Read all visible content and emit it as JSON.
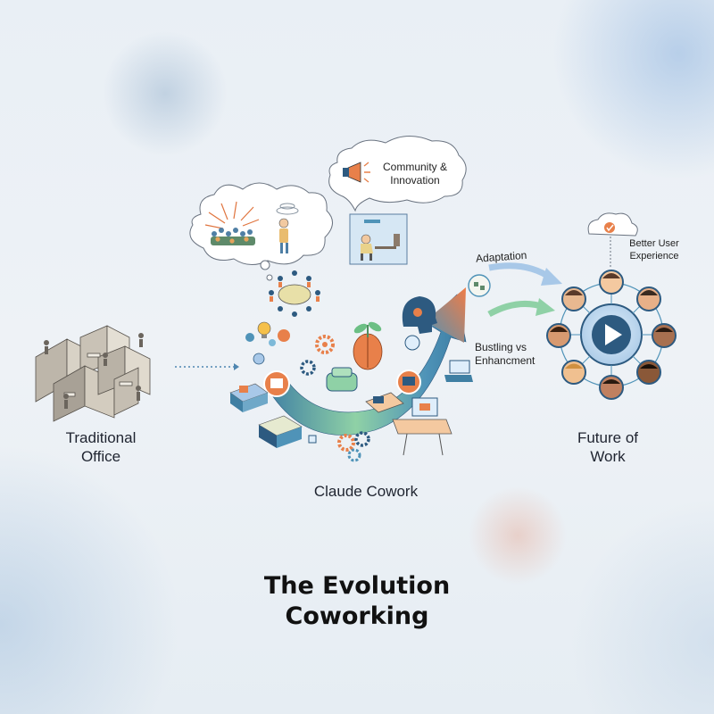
{
  "diagram": {
    "title_line1": "The Evolution",
    "title_line2": "Coworking",
    "stages": {
      "traditional": {
        "line1": "Traditional",
        "line2": "Office"
      },
      "coworking": {
        "label": "Claude Cowork"
      },
      "future": {
        "line1": "Future of",
        "line2": "Work"
      }
    },
    "callouts": {
      "community_line1": "Community &",
      "community_line2": "Innovation",
      "adaptation": "Adaptation",
      "bustling_line1": "Bustling vs",
      "bustling_line2": "Enhancment",
      "better_line1": "Better User",
      "better_line2": "Experience"
    },
    "icons": [
      "megaphone-icon",
      "cloud-icon",
      "check-icon",
      "play-icon",
      "gear-icon",
      "lightbulb-icon",
      "brain-icon",
      "head-icon",
      "leaf-icon"
    ],
    "colors": {
      "teal": "#3d7a99",
      "green": "#8fcf9f",
      "orange": "#e8804a",
      "navy": "#2d5a80",
      "blue_light": "#a8c8e8"
    }
  }
}
